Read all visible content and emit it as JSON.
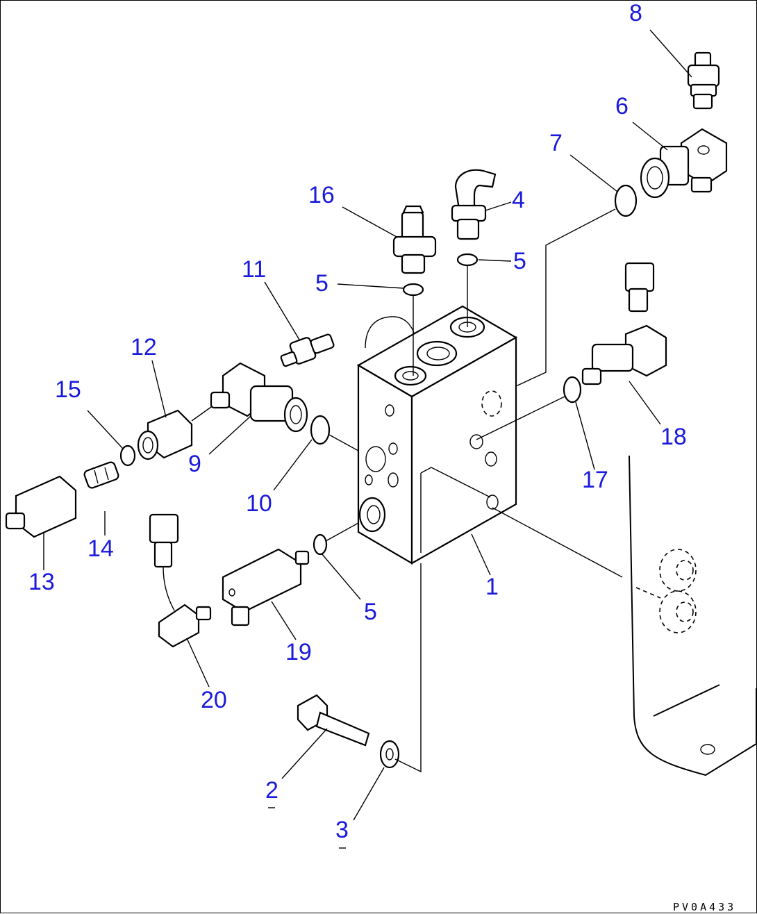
{
  "diagram": {
    "drawing_code": "PV0A433",
    "callouts": [
      {
        "id": "c1",
        "label": "1"
      },
      {
        "id": "c2",
        "label": "2"
      },
      {
        "id": "c3",
        "label": "3"
      },
      {
        "id": "c4",
        "label": "4"
      },
      {
        "id": "c5a",
        "label": "5"
      },
      {
        "id": "c5b",
        "label": "5"
      },
      {
        "id": "c5c",
        "label": "5"
      },
      {
        "id": "c6",
        "label": "6"
      },
      {
        "id": "c7",
        "label": "7"
      },
      {
        "id": "c8",
        "label": "8"
      },
      {
        "id": "c9",
        "label": "9"
      },
      {
        "id": "c10",
        "label": "10"
      },
      {
        "id": "c11",
        "label": "11"
      },
      {
        "id": "c12",
        "label": "12"
      },
      {
        "id": "c13",
        "label": "13"
      },
      {
        "id": "c14",
        "label": "14"
      },
      {
        "id": "c15",
        "label": "15"
      },
      {
        "id": "c16",
        "label": "16"
      },
      {
        "id": "c17",
        "label": "17"
      },
      {
        "id": "c18",
        "label": "18"
      },
      {
        "id": "c19",
        "label": "19"
      },
      {
        "id": "c20",
        "label": "20"
      }
    ],
    "colors": {
      "callout": "#1a1adc",
      "line": "#000000",
      "background": "#ffffff"
    }
  }
}
